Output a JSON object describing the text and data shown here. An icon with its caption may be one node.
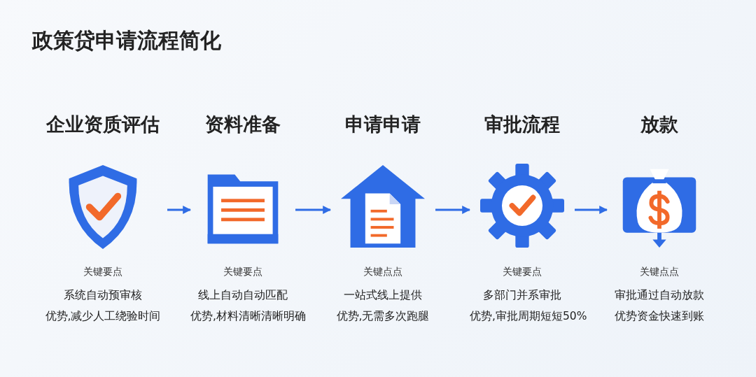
{
  "diagram": {
    "title": "政策贷申请流程简化",
    "nodes": [
      {
        "text": [
          "企业资质评估",
          "关键要点",
          "系统自动预审核",
          "优势,减少人工绕验时间"
        ]
      },
      {
        "text": [
          "资料准备",
          "关键要点",
          "线上自动自动匹配",
          "优势,材料清晰清晰明确"
        ]
      },
      {
        "text": [
          "申请申请",
          "关键点点",
          "一站式线上提供",
          "优势,无需多次跑腿"
        ]
      },
      {
        "text": [
          "审批流程",
          "关键要点",
          "多部门并系审批",
          "优势,审批周期短短50%"
        ]
      },
      {
        "text": [
          "放款",
          "关键点点",
          "审批通过自动放款",
          "优势资金快速到账"
        ]
      }
    ],
    "edges": [
      {
        "from": 0,
        "to": 1,
        "arrow": "to"
      },
      {
        "from": 1,
        "to": 2,
        "arrow": "to"
      },
      {
        "from": 2,
        "to": 3,
        "arrow": "to"
      },
      {
        "from": 3,
        "to": 4,
        "arrow": "to"
      }
    ]
  }
}
